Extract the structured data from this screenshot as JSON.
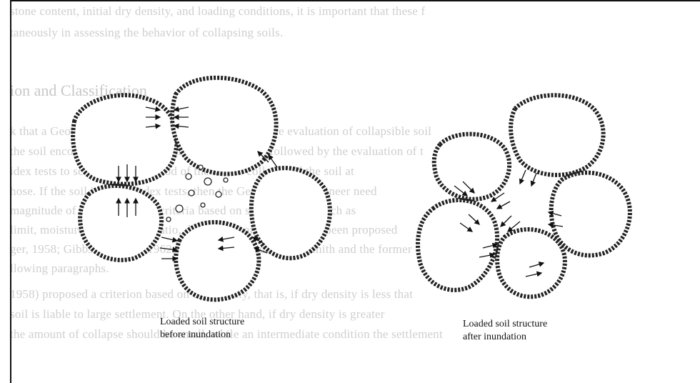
{
  "bleed_through": {
    "heading": "ion and Classification",
    "lines": [
      "stone content, initial dry density, and loading conditions, it is important that these f",
      "taneously in assessing the behavior of collapsing soils.",
      "k that a Geotechnical Engineer should undertake in the evaluation of collapsible soil",
      "the soil encountered at a particular site. This step is followed by the evaluation of t",
      "idex tests to screen the likelihood of the soil to collapse. If the soil at",
      "hose. If the soil is likely index tests, then the Geotechnical Engineer need",
      "magnitude of collapse. These criteria based on soil properties such as",
      "limit, moisture content, void ratio, dry content and so on, have been proposed",
      "ger, 1958; Gibbs and Bara, 1962; Handy 1973; Feda 1966; Smith and the former",
      "llowing paragraphs.",
      "1958) proposed a criterion based on dry density, that is, if dry density is less that",
      "soil is liable to large settlement. On the other hand, if dry density is greater",
      "the amount of collapse should be small, while an intermediate condition the settlement"
    ]
  },
  "figure": {
    "left_caption_line1": "Loaded soil structure",
    "left_caption_line2": "before inundation",
    "right_caption_line1": "Loaded soil structure",
    "right_caption_line2": "after inundation"
  }
}
